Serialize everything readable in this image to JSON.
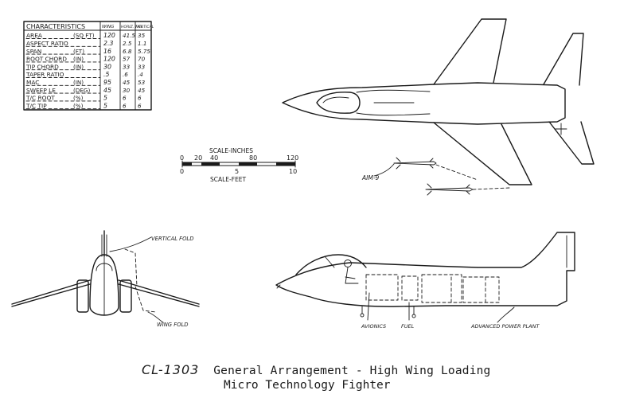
{
  "characteristics_table": {
    "header": {
      "label": "CHARACTERISTICS",
      "col1": "WING",
      "col2": "HORIZ. TAIL",
      "col3": "VERTICAL"
    },
    "rows": [
      {
        "label": "AREA",
        "unit": "(SQ FT)",
        "wing": "120",
        "htail": "41.5",
        "vtail": "35"
      },
      {
        "label": "ASPECT RATIO",
        "unit": "",
        "wing": "2.3",
        "htail": "2.5",
        "vtail": "1.1"
      },
      {
        "label": "SPAN",
        "unit": "(FT)",
        "wing": "16",
        "htail": "6.8",
        "vtail": "5.75"
      },
      {
        "label": "ROOT CHORD",
        "unit": "(IN)",
        "wing": "120",
        "htail": "57",
        "vtail": "70"
      },
      {
        "label": "TIP CHORD",
        "unit": "(IN)",
        "wing": "30",
        "htail": "33",
        "vtail": "33"
      },
      {
        "label": "TAPER RATIO",
        "unit": "",
        "wing": ".5",
        "htail": ".6",
        "vtail": ".4"
      },
      {
        "label": "MAC",
        "unit": "(IN)",
        "wing": "95",
        "htail": "45",
        "vtail": "53"
      },
      {
        "label": "SWEEP LE",
        "unit": "(DEG)",
        "wing": "45",
        "htail": "30",
        "vtail": "45"
      },
      {
        "label": "T/C ROOT",
        "unit": "(%)",
        "wing": "5",
        "htail": "6",
        "vtail": "6"
      },
      {
        "label": "T/C TIP",
        "unit": "(%)",
        "wing": "5",
        "htail": "6",
        "vtail": "6"
      }
    ]
  },
  "scale_bar": {
    "inches_title": "SCALE-INCHES",
    "inches_ticks": [
      "0",
      "20",
      "40",
      "80",
      "120"
    ],
    "feet_ticks": [
      "0",
      "5",
      "10"
    ],
    "feet_title": "SCALE-FEET"
  },
  "annotations": {
    "aim9": "AIM-9",
    "vertical_fold": "VERTICAL FOLD",
    "wing_fold": "WING FOLD",
    "avionics": "AVIONICS",
    "fuel": "FUEL",
    "powerplant": "ADVANCED POWER PLANT"
  },
  "caption": {
    "code": "CL-1303",
    "title": "General Arrangement - High Wing Loading",
    "subtitle": "Micro Technology Fighter"
  }
}
